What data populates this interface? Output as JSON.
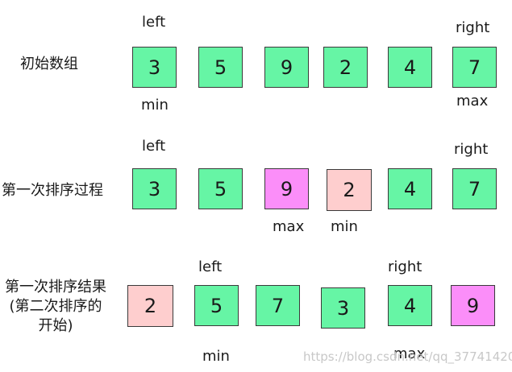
{
  "colors": {
    "normal": "#66f5a5",
    "max": "#fb8ef9",
    "min": "#fecece",
    "border": "#3a3a3a"
  },
  "rows": [
    {
      "label_lines": [
        "初始数组"
      ],
      "cells": [
        {
          "value": "3",
          "state": "normal"
        },
        {
          "value": "5",
          "state": "normal"
        },
        {
          "value": "9",
          "state": "normal"
        },
        {
          "value": "2",
          "state": "normal"
        },
        {
          "value": "4",
          "state": "normal"
        },
        {
          "value": "7",
          "state": "normal"
        }
      ],
      "pointers": {
        "left": "left",
        "right": "right",
        "min": "min",
        "max": "max"
      }
    },
    {
      "label_lines": [
        "第一次排序过程"
      ],
      "cells": [
        {
          "value": "3",
          "state": "normal"
        },
        {
          "value": "5",
          "state": "normal"
        },
        {
          "value": "9",
          "state": "max"
        },
        {
          "value": "2",
          "state": "min"
        },
        {
          "value": "4",
          "state": "normal"
        },
        {
          "value": "7",
          "state": "normal"
        }
      ],
      "pointers": {
        "left": "left",
        "right": "right",
        "min": "min",
        "max": "max"
      }
    },
    {
      "label_lines": [
        "第一次排序结果",
        "(第二次排序的",
        "开始)"
      ],
      "cells": [
        {
          "value": "2",
          "state": "min"
        },
        {
          "value": "5",
          "state": "normal"
        },
        {
          "value": "7",
          "state": "normal"
        },
        {
          "value": "3",
          "state": "normal"
        },
        {
          "value": "4",
          "state": "normal"
        },
        {
          "value": "9",
          "state": "max"
        }
      ],
      "pointers": {
        "left": "left",
        "right": "right",
        "min": "min",
        "max": "max"
      }
    }
  ],
  "watermark": "https://blog.csdn.net/qq_37741420"
}
